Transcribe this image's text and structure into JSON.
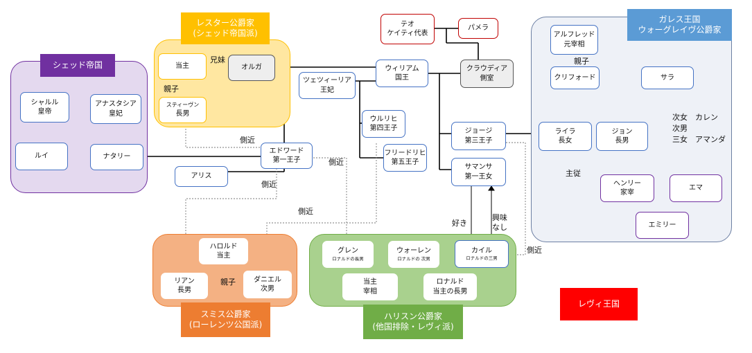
{
  "groups": {
    "shed": {
      "title": "シェッド帝国",
      "color": "#7030a0"
    },
    "lester": {
      "title": "レスター公爵家\n(シェッド帝国派)",
      "color": "#ffc000"
    },
    "galles": {
      "title": "ガレス王国\nウォーグレイヴ公爵家",
      "color": "#5b9bd5"
    },
    "smith": {
      "title": "スミス公爵家\n(ローレンツ公国派)",
      "color": "#ed7d31"
    },
    "harrisson": {
      "title": "ハリスン公爵家\n(他国排除・レヴィ派)",
      "color": "#70ad47"
    },
    "levi": {
      "title": "レヴィ王国",
      "color": "#ff0000"
    }
  },
  "nodes": {
    "charles": {
      "name": "シャルル",
      "role": "皇帝"
    },
    "anastasia": {
      "name": "アナスタシア",
      "role": "皇妃"
    },
    "louis": {
      "name": "ルイ"
    },
    "natalie": {
      "name": "ナタリー"
    },
    "lester_head": {
      "name": "当主"
    },
    "olga": {
      "name": "オルガ"
    },
    "steven": {
      "name": "スティーヴン",
      "role": "長男"
    },
    "teo": {
      "name": "テオ",
      "role": "ケイティ代表"
    },
    "pamela": {
      "name": "パメラ"
    },
    "william": {
      "name": "ウィリアム",
      "role": "国王"
    },
    "claudia": {
      "name": "クラウディア",
      "role": "側室"
    },
    "tsetsilia": {
      "name": "ツェツィーリア",
      "role": "王妃"
    },
    "ulrich": {
      "name": "ウルリヒ",
      "role": "第四王子"
    },
    "friedrich": {
      "name": "フリードリヒ",
      "role": "第五王子"
    },
    "george": {
      "name": "ジョージ",
      "role": "第三王子"
    },
    "samantha": {
      "name": "サマンサ",
      "role": "第一王女"
    },
    "edward": {
      "name": "エドワード",
      "role": "第一王子"
    },
    "alice": {
      "name": "アリス"
    },
    "alfred": {
      "name": "アルフレッド",
      "role": "元宰相"
    },
    "clifford": {
      "name": "クリフォード"
    },
    "sarah": {
      "name": "サラ"
    },
    "laila": {
      "name": "ライラ",
      "role": "長女"
    },
    "john": {
      "name": "ジョン",
      "role": "長男"
    },
    "henry": {
      "name": "ヘンリー",
      "role": "家宰"
    },
    "emma": {
      "name": "エマ"
    },
    "emily": {
      "name": "エミリー"
    },
    "harold": {
      "name": "ハロルド",
      "role": "当主"
    },
    "rian": {
      "name": "リアン",
      "role": "長男"
    },
    "daniel": {
      "name": "ダニエル",
      "role": "次男"
    },
    "glen": {
      "name": "グレン",
      "sub": "ロナルドの長男"
    },
    "warren": {
      "name": "ウォーレン",
      "sub": "ロナルドの 次男"
    },
    "kyle": {
      "name": "カイル",
      "sub": "ロナルドの三男"
    },
    "harrisson_head": {
      "name": "当主",
      "role": "宰相"
    },
    "ronald": {
      "name": "ロナルド",
      "role": "当主の長男"
    }
  },
  "labels": {
    "siblings": "兄妹",
    "parent_child_lester": "親子",
    "parent_child_galles": "親子",
    "parent_child_smith": "親子",
    "aide_1": "側近",
    "aide_2": "側近",
    "aide_3": "側近",
    "aide_4": "側近",
    "aide_5": "側近",
    "retainer": "主従",
    "likes": "好き",
    "no_interest": "興味\nなし",
    "daughters_sons": "次女　カレン\n次男\n三女　アマンダ"
  }
}
